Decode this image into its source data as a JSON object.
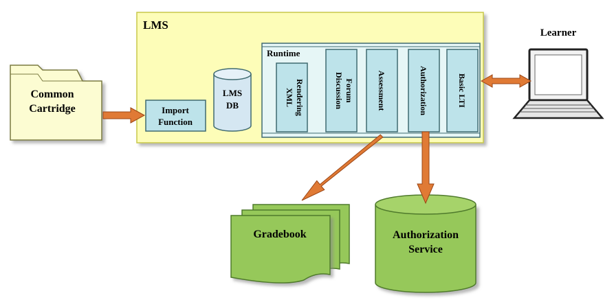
{
  "lms": {
    "title": "LMS",
    "import_function": [
      "Import",
      "Function"
    ],
    "db": [
      "LMS",
      "DB"
    ],
    "runtime": {
      "title": "Runtime",
      "modules": [
        {
          "lines": [
            "XML",
            "Rendering"
          ]
        },
        {
          "lines": [
            "Discussion",
            "Forum"
          ]
        },
        {
          "lines": [
            "Assessment"
          ]
        },
        {
          "lines": [
            "Authorization"
          ]
        },
        {
          "lines": [
            "Basic LTI"
          ]
        }
      ]
    }
  },
  "common_cartridge": [
    "Common",
    "Cartridge"
  ],
  "learner": "Learner",
  "gradebook": "Gradebook",
  "authorization_service": [
    "Authorization",
    "Service"
  ],
  "colors": {
    "lms_fill": "#fdfdb8",
    "lms_border": "#c8c84a",
    "runtime_fill": "#e6f6f6",
    "module_fill": "#bde3ea",
    "module_border": "#3f6a70",
    "green_fill": "#96c85a",
    "green_border": "#4f7a2c",
    "cartridge_fill": "#fcfcd2",
    "db_fill": "#d5e7f2",
    "arrow_fill": "#e07a35",
    "arrow_stroke": "#9a4515"
  }
}
